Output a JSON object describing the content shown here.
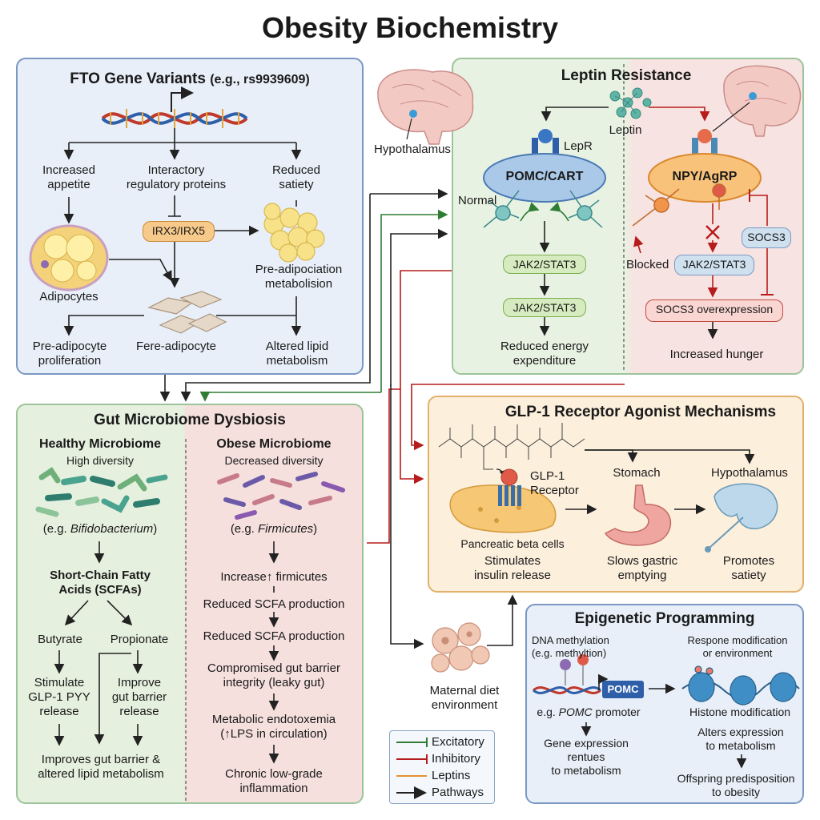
{
  "title": "Obesity Biochemistry",
  "fto": {
    "title": "FTO Gene Variants",
    "title_note": "(e.g., rs9939609)",
    "increased_appetite": [
      "Increased",
      "appetite"
    ],
    "interactory": [
      "Interactory",
      "regulatory proteins"
    ],
    "reduced_satiety": [
      "Reduced",
      "satiety"
    ],
    "irx": "IRX3/IRX5",
    "adipocytes": "Adipocytes",
    "pre_adipociation": [
      "Pre-adipociation",
      "metabolision"
    ],
    "pre_adipocyte_prolif": [
      "Pre-adipocyte",
      "proliferation"
    ],
    "fere_adipocyte": "Fere-adipocyte",
    "altered_lipid": [
      "Altered lipid",
      "metabolism"
    ]
  },
  "leptin": {
    "title": "Leptin Resistance",
    "hypothalamus": "Hypothalamus",
    "leptin": "Leptin",
    "lepr": "LepR",
    "pomc_cart": "POMC/CART",
    "npy_agrp": "NPY/AgRP",
    "normal": "Normal",
    "jak1": "JAK2/STAT3",
    "jak2": "JAK2/STAT3",
    "reduced_energy": [
      "Reduced energy",
      "expenditure"
    ],
    "blocked": "Blocked",
    "jak_blocked": "JAK2/STAT3",
    "socs3": "SOCS3",
    "socs3_over": "SOCS3 overexpression",
    "increased_hunger": "Increased hunger"
  },
  "gut": {
    "title": "Gut Microbiome Dysbiosis",
    "healthy_title": "Healthy Microbiome",
    "healthy_sub": "High diversity",
    "healthy_eg_pre": "(e.g. ",
    "healthy_eg_name": "Bifidobacterium",
    "healthy_eg_post": ")",
    "scfa": [
      "Short-Chain Fatty",
      "Acids (SCFAs)"
    ],
    "butyrate": "Butyrate",
    "propionate": "Propionate",
    "stimulate": [
      "Stimulate",
      "GLP-1 PYY",
      "release"
    ],
    "improve": [
      "Improve",
      "gut barrier",
      "release"
    ],
    "improves_bottom": [
      "Improves gut barrier &",
      "altered lipid metabolism"
    ],
    "obese_title": "Obese Microbiome",
    "obese_sub": "Decreased diversity",
    "obese_eg_pre": "(e.g. ",
    "obese_eg_name": "Firmicutes",
    "obese_eg_post": ")",
    "increase_firm": "Increase↑ firmicutes",
    "reduced_scfa_1": "Reduced SCFA production",
    "reduced_scfa_2": "Reduced SCFA production",
    "compromised": [
      "Compromised gut barrier",
      "integrity (leaky gut)"
    ],
    "endotoxemia": [
      "Metabolic endotoxemia",
      "(↑LPS in circulation)"
    ],
    "chronic": [
      "Chronic low-grade",
      "inflammation"
    ]
  },
  "glp": {
    "title": "GLP-1 Receptor Agonist Mechanisms",
    "receptor": [
      "GLP-1",
      "Receptor"
    ],
    "stomach": "Stomach",
    "hypothalamus": "Hypothalamus",
    "beta_cells": "Pancreatic beta cells",
    "stimulates": [
      "Stimulates",
      "insulin release"
    ],
    "slows": [
      "Slows gastric",
      "emptying"
    ],
    "promotes": [
      "Promotes",
      "satiety"
    ]
  },
  "maternal": [
    "Maternal diet",
    "environment"
  ],
  "epi": {
    "title": "Epigenetic Programming",
    "dna_meth": [
      "DNA methylation",
      "(e.g. methyltion)"
    ],
    "respone": [
      "Respone modification",
      "or environment"
    ],
    "pomc": "POMC",
    "promoter_pre": "e.g. ",
    "promoter_name": "POMC",
    "promoter_post": " promoter",
    "histone": "Histone modification",
    "gene_expr": [
      "Gene expression",
      "rentues",
      "to metabolism"
    ],
    "alters": [
      "Alters expression",
      "to metabolism"
    ],
    "offspring": [
      "Offspring predisposition",
      "to obesity"
    ]
  },
  "legend": {
    "items": [
      {
        "label": "Excitatory",
        "color": "#2e7d32"
      },
      {
        "label": "Inhibitory",
        "color": "#b71c1c"
      },
      {
        "label": "Leptins",
        "color": "#e6922e"
      },
      {
        "label": "Pathways",
        "color": "#222222"
      }
    ]
  }
}
